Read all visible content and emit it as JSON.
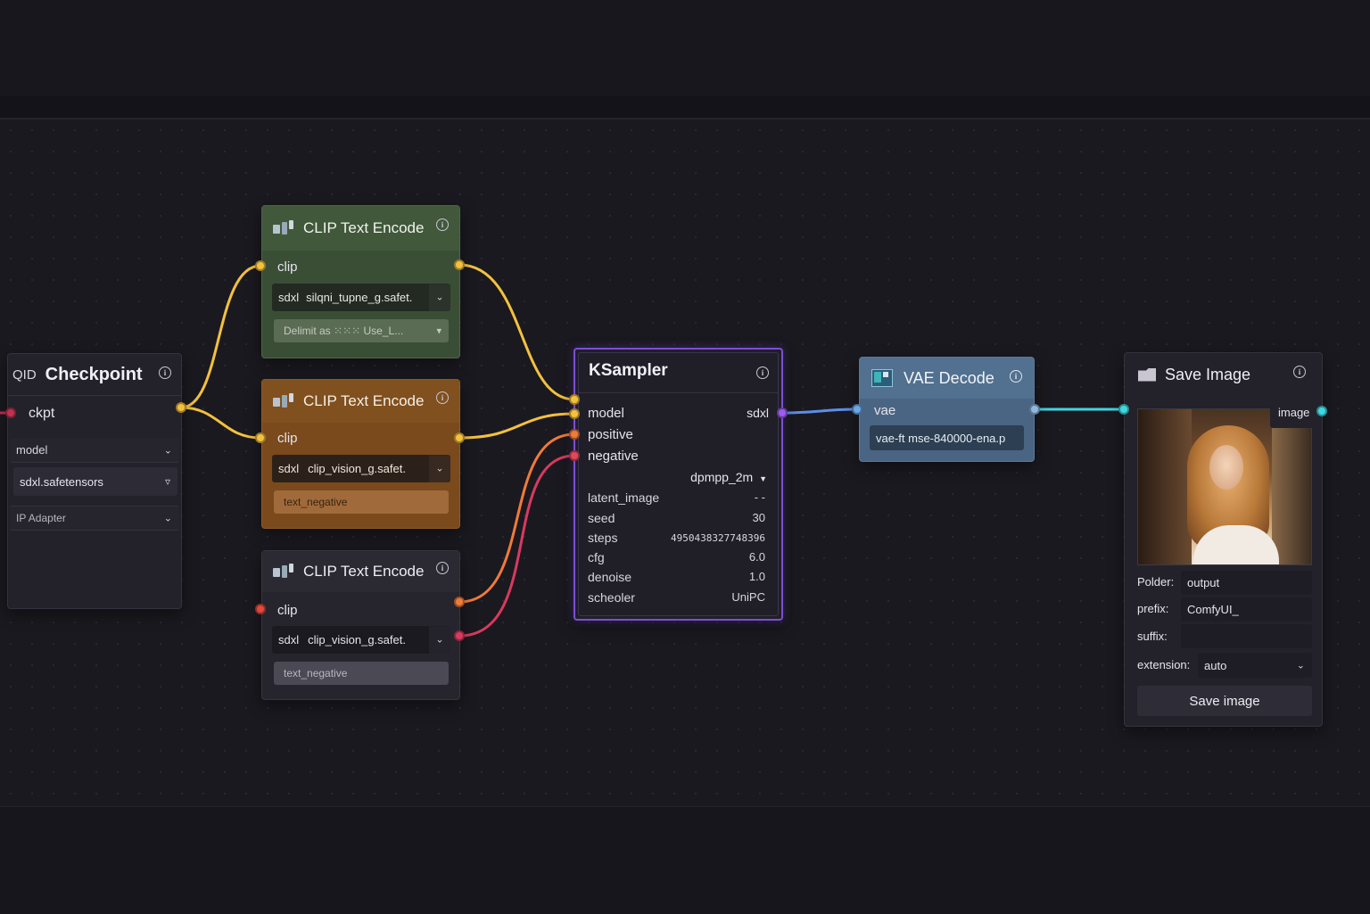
{
  "checkpoint": {
    "title_prefix": "QID",
    "title": "Checkpoint",
    "output_label": "ckpt",
    "model_label": "model",
    "model_value": "sdxl.safetensors",
    "adapter_label": "IP Adapter"
  },
  "clip_nodes": [
    {
      "title": "CLIP Text Encode",
      "input_label": "clip",
      "select_prefix": "sdxl",
      "select_value": "silqni_tupne_g.safet.",
      "text_field": "Delimit as ⁙⁙⁙ Use_L..."
    },
    {
      "title": "CLIP Text Encode",
      "input_label": "clip",
      "select_prefix": "sdxl",
      "select_value": "clip_vision_g.safet.",
      "text_field": "text_negative"
    },
    {
      "title": "CLIP Text Encode",
      "input_label": "clip",
      "select_prefix": "sdxl",
      "select_value": "clip_vision_g.safet.",
      "text_field": "text_negative"
    }
  ],
  "ksampler": {
    "title": "KSampler",
    "inputs": [
      "model",
      "positive",
      "negative"
    ],
    "output_label": "sdxl",
    "sampler": "dpmpp_2m",
    "params": [
      {
        "label": "latent_image",
        "value": "- -"
      },
      {
        "label": "seed",
        "value": "30"
      },
      {
        "label": "steps",
        "value": "4950438327748396"
      },
      {
        "label": "cfg",
        "value": "6.0"
      },
      {
        "label": "denoise",
        "value": "1.0"
      },
      {
        "label": "scheoler",
        "value": "UniPC"
      }
    ]
  },
  "vae_decode": {
    "title": "VAE Decode",
    "input_label": "vae",
    "vae_value": "vae-ft mse-840000-ena.p"
  },
  "save_image": {
    "title": "Save Image",
    "output_label": "image",
    "fields": [
      {
        "label": "Polder:",
        "value": "output"
      },
      {
        "label": "prefix:",
        "value": "ComfyUI_"
      },
      {
        "label": "suffix:",
        "value": ""
      }
    ],
    "extension_label": "extension:",
    "extension_value": "auto",
    "button_label": "Save image"
  },
  "colors": {
    "clip_wire": "#f3c13e",
    "positive_wire": "#f07a3a",
    "negative_wire": "#d83a5e",
    "model_wire": "#5c8ee8",
    "image_wire": "#3fd7e0",
    "ksampler_border": "#7b4fd4"
  }
}
